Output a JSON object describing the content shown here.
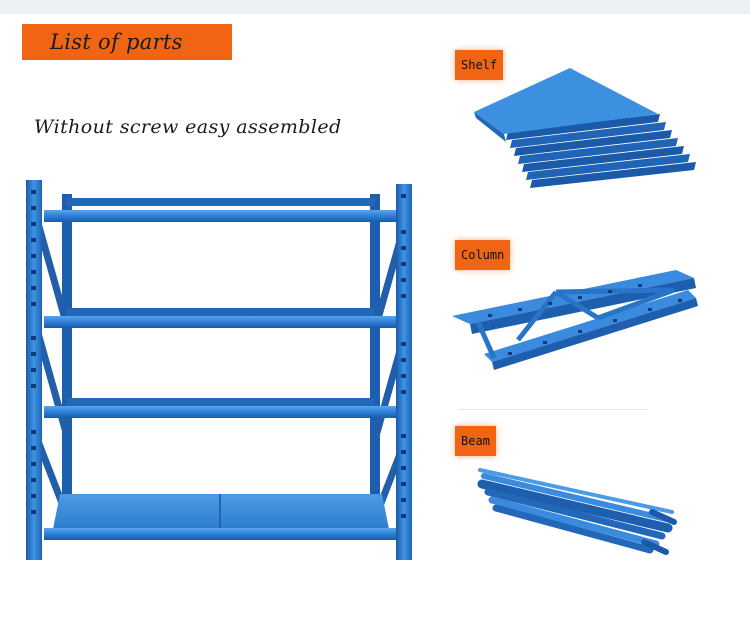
{
  "title": "List of parts",
  "subtitle": "Without screw easy assembled",
  "parts": [
    {
      "label": "Shelf",
      "image": "shelf-panels-stack"
    },
    {
      "label": "Column",
      "image": "column-frame"
    },
    {
      "label": "Beam",
      "image": "beam-bars-stack"
    }
  ],
  "colors": {
    "accent": "#f06414",
    "steel_blue": "#2c7fd6",
    "steel_dark": "#1a5aa8",
    "steel_light": "#4a9be8"
  }
}
